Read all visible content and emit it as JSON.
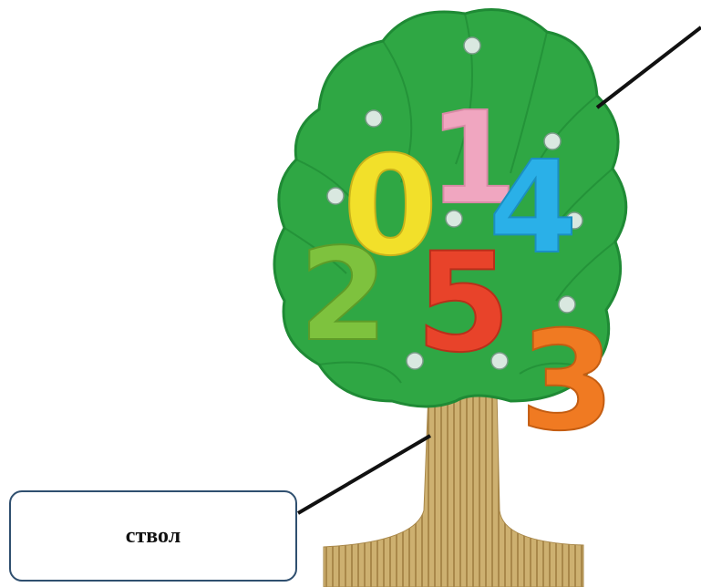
{
  "image": {
    "subject": "wooden-number-tree-toy",
    "colors": {
      "foliage": "#2fa744",
      "foliage_dark": "#1f8a35",
      "trunk": "#c9a866",
      "trunk_stripe": "#a9884a",
      "pointer_line": "#111111"
    },
    "digits": [
      {
        "char": "0",
        "color": "#f2e02a"
      },
      {
        "char": "1",
        "color": "#f0a6c0"
      },
      {
        "char": "4",
        "color": "#2ab0e8"
      },
      {
        "char": "2",
        "color": "#7ec23e"
      },
      {
        "char": "5",
        "color": "#e8432a"
      },
      {
        "char": "3",
        "color": "#f07a22"
      }
    ]
  },
  "callout": {
    "label": "ствол"
  }
}
